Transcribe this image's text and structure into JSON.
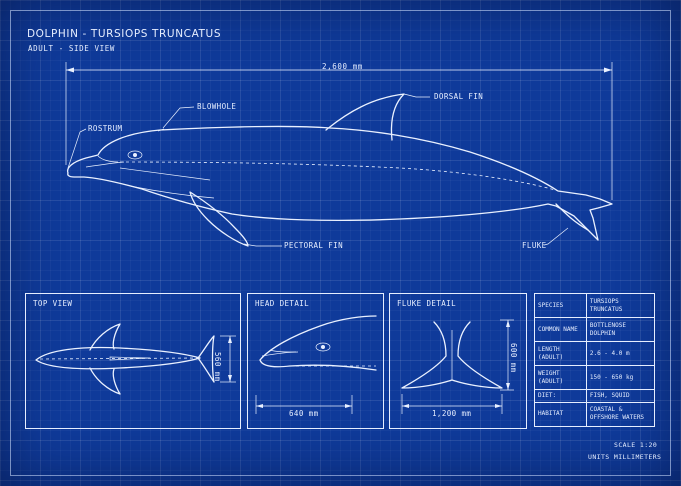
{
  "header": {
    "title": "DOLPHIN - TURSIOPS TRUNCATUS",
    "subtitle": "ADULT - SIDE VIEW"
  },
  "side_view": {
    "length_label": "2,600 mm",
    "callouts": {
      "rostrum": "ROSTRUM",
      "blowhole": "BLOWHOLE",
      "dorsal_fin": "DORSAL FIN",
      "pectoral_fin": "PECTORAL FIN",
      "fluke": "FLUKE"
    }
  },
  "panels": {
    "top_view": {
      "title": "TOP VIEW",
      "dimension": "560 mm"
    },
    "head_detail": {
      "title": "HEAD DETAIL",
      "dimension": "640 mm"
    },
    "fluke_detail": {
      "title": "FLUKE DETAIL",
      "dimension_vertical": "600 mm",
      "dimension_horizontal": "1,200 mm"
    }
  },
  "specs": [
    {
      "key": "SPECIES",
      "value": "TURSIOPS TRUNCATUS"
    },
    {
      "key": "COMMON NAME",
      "value": "BOTTLENOSE DOLPHIN"
    },
    {
      "key": "LENGTH (ADULT)",
      "value": "2.6 - 4.0 m"
    },
    {
      "key": "WEIGHT (ADULT)",
      "value": "150 - 650 kg"
    },
    {
      "key": "DIET:",
      "value": "FISH, SQUID"
    },
    {
      "key": "HABITAT",
      "value": "COASTAL & OFFSHORE WATERS"
    }
  ],
  "footer": {
    "scale": "SCALE 1:20",
    "units": "UNITS MILLIMETERS"
  },
  "colors": {
    "background": "#0f3a9a",
    "line": "#eaf1ff"
  }
}
